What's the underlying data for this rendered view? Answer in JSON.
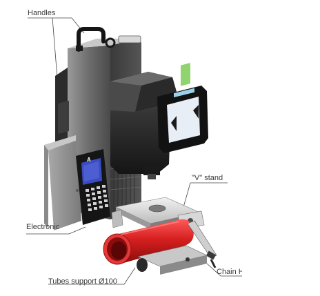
{
  "labels": {
    "handles": "Handles",
    "v_stand": "\"V\" stand",
    "electronic": "Electronic",
    "tubes_support": "Tubes support Ø100",
    "chain": "Chain H"
  },
  "device": {
    "logo_text": "A"
  },
  "colors": {
    "tube_red": "#d61f1f",
    "body_gray": "#6a6a6a",
    "dark": "#1c1c1c",
    "screen_green": "#8fd46e",
    "screen_blue": "#3b4cc0"
  }
}
